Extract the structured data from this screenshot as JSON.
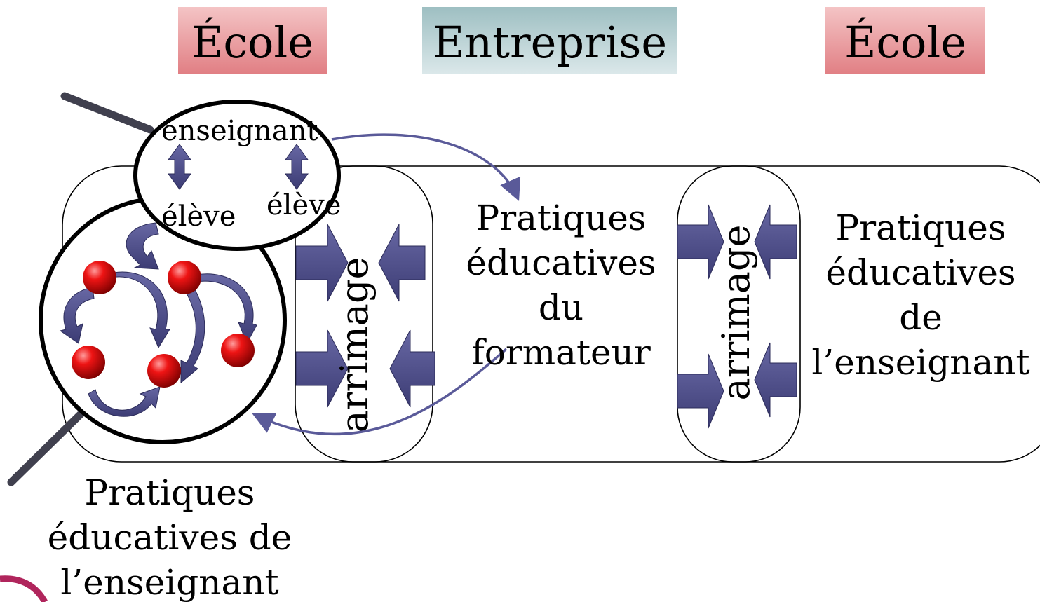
{
  "headers": {
    "school_left": "École",
    "company": "Entreprise",
    "school_right": "École"
  },
  "magnifier": {
    "teacher": "enseignant",
    "student_left": "élève",
    "student_right": "élève"
  },
  "anchoring": {
    "left": "arrimage",
    "right": "arrimage"
  },
  "practices": {
    "trainer": [
      "Pratiques",
      "éducatives",
      "du",
      "formateur"
    ],
    "teacher_right": [
      "Pratiques",
      "éducatives",
      "de",
      "l’enseignant"
    ],
    "teacher_bottom": [
      "Pratiques",
      "éducatives de",
      "l’enseignant"
    ]
  },
  "colors": {
    "school_header": "#e58a8e",
    "company_header": "#9ebfc4",
    "arrow_fill": "#4f4f88",
    "connector": "#5a5a99",
    "ball": "#d10000",
    "handle": "#40404e",
    "logo": "#b0255c"
  }
}
